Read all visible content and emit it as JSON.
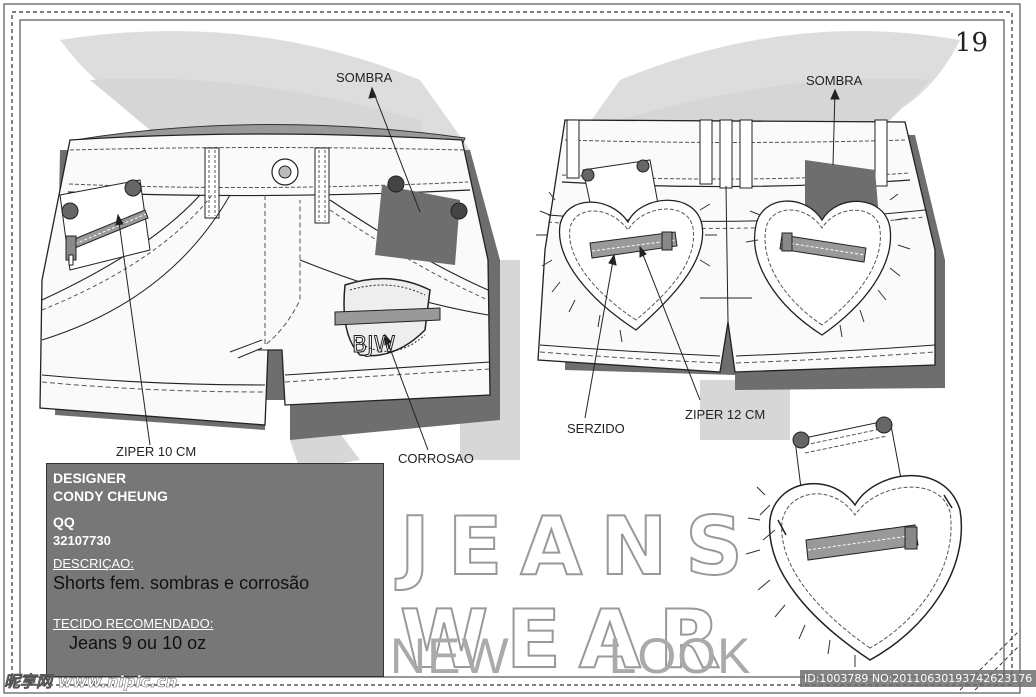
{
  "page_number": "19",
  "labels": {
    "sombra_front": "SOMBRA",
    "sombra_back": "SOMBRA",
    "ziper_10": "ZIPER 10 CM",
    "corrosao": "CORROSAO",
    "serzido": "SERZIDO",
    "ziper_12": "ZIPER 12 CM",
    "emblem_text": "BJW"
  },
  "designer_box": {
    "designer_label": "DESIGNER",
    "designer_name": "CONDY CHEUNG",
    "qq_label": "QQ",
    "qq_number": "32107730",
    "descricao_label": "DESCRIÇAO:",
    "descricao_text": "Shorts fem. sombras e corrosão",
    "tecido_label": "TECIDO RECOMENDADO:",
    "tecido_text": "Jeans 9 ou 10 oz"
  },
  "branding": {
    "jeans_wear": "JEANS WEAR",
    "new": "NEW",
    "look": "LOOK"
  },
  "watermarks": {
    "site": "昵享网 www.nipic.cn",
    "image_id": "ID:1003789 NO:20110630193742623176"
  },
  "colors": {
    "shadow": "#6e6e6e",
    "box_fill": "#777777",
    "logo_gray": "#c8c8c8"
  }
}
